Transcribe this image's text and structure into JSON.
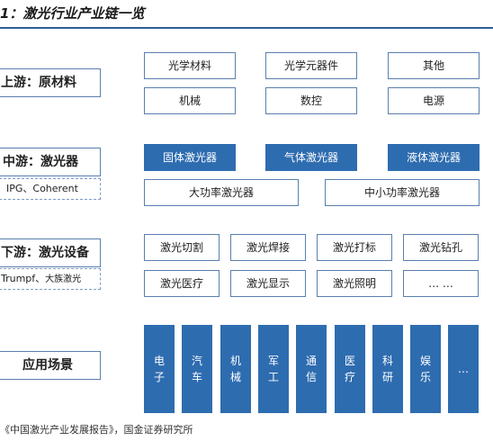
{
  "title": "1：激光行业产业链一览",
  "stages": {
    "upstream": {
      "label": "上游：原材料"
    },
    "midstream": {
      "label": "中游：激光器",
      "companies": "IPG、Coherent"
    },
    "downstream": {
      "label": "下游：激光设备",
      "companies_a": "Trumpf、",
      "companies_b": "大族激光"
    },
    "application": {
      "label": "应用场景"
    }
  },
  "materials": [
    "光学材料",
    "光学元器件",
    "其他",
    "机械",
    "数控",
    "电源"
  ],
  "laser_types": [
    "固体激光器",
    "气体激光器",
    "液体激光器"
  ],
  "laser_power": [
    "大功率激光器",
    "中小功率激光器"
  ],
  "equipment": [
    "激光切割",
    "激光焊接",
    "激光打标",
    "激光钻孔",
    "激光医疗",
    "激光显示",
    "激光照明",
    "… …"
  ],
  "applications": [
    "电子",
    "汽车",
    "机械",
    "军工",
    "通信",
    "医疗",
    "科研",
    "娱乐",
    "…"
  ],
  "source": "《中国激光产业发展报告》，国金证券研究所",
  "colors": {
    "accent": "#2e6cb0",
    "border": "#5a7fae"
  }
}
